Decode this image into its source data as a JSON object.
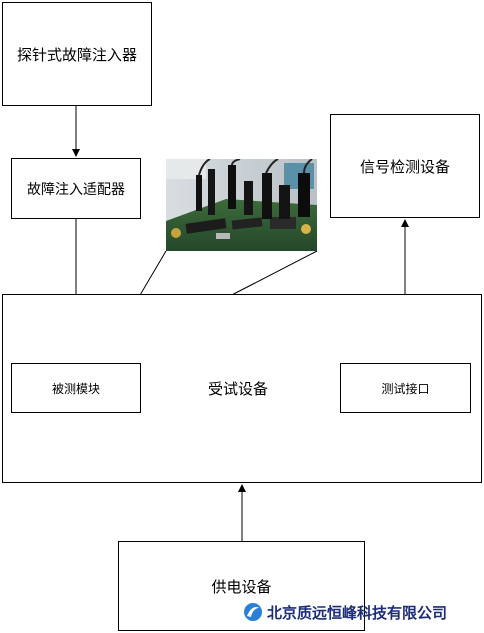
{
  "nodes": {
    "probe_injector": "探针式故障注入器",
    "fault_adapter": "故障注入适配器",
    "signal_detector": "信号检测设备",
    "device_under_test": "受试设备",
    "tested_module": "被测模块",
    "test_interface": "测试接口",
    "power_supply": "供电设备"
  },
  "watermark": {
    "company": "北京质远恒峰科技有限公司",
    "logo_icon": "swirl-logo-icon"
  },
  "colors": {
    "line": "#000000",
    "watermark_text": "#1d2d7a",
    "watermark_logo": "#2c7fd6"
  }
}
